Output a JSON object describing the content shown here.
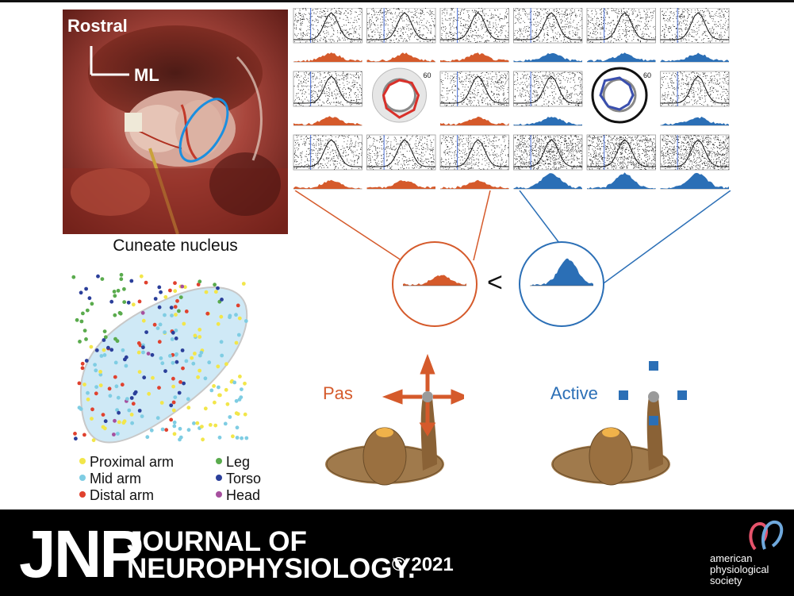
{
  "photo": {
    "label_rostral": "Rostral",
    "label_ml": "ML",
    "caption": "Cuneate nucleus"
  },
  "comparison": {
    "less_than": "<"
  },
  "conditions": {
    "passive_label": "Pas",
    "active_label": "Active"
  },
  "legend": {
    "items": [
      {
        "label": "Proximal arm",
        "color": "#f2e64a"
      },
      {
        "label": "Mid arm",
        "color": "#7fcde3"
      },
      {
        "label": "Distal arm",
        "color": "#e0412e"
      },
      {
        "label": "Leg",
        "color": "#5aab4d"
      },
      {
        "label": "Torso",
        "color": "#2b3f9a"
      },
      {
        "label": "Head",
        "color": "#a64f9e"
      }
    ]
  },
  "polar_plots": [
    {
      "scale_label": "60",
      "color": "#d9302a"
    },
    {
      "scale_label": "60",
      "color": "#3a4fae"
    }
  ],
  "footer": {
    "abbr": "JNP",
    "journal_line1": "JOURNAL OF",
    "journal_line2": "NEUROPHYSIOLOGY.",
    "copyright": "© 2021",
    "society_line1": "american",
    "society_line2": "physiological",
    "society_line3": "society"
  },
  "colors": {
    "passive": "#d55a2b",
    "active": "#2b6fb6",
    "map_region": "#cfe9f6"
  }
}
